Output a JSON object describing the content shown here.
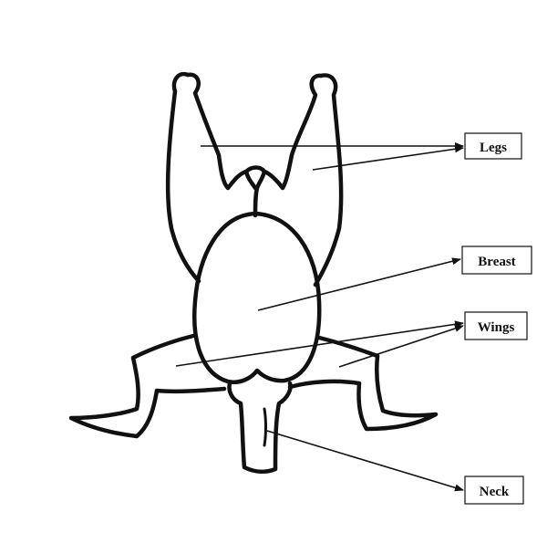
{
  "labels": {
    "legs": "Legs",
    "breast": "Breast",
    "wings": "Wings",
    "neck": "Neck"
  },
  "colors": {
    "ink": "#111111",
    "background": "#ffffff"
  }
}
